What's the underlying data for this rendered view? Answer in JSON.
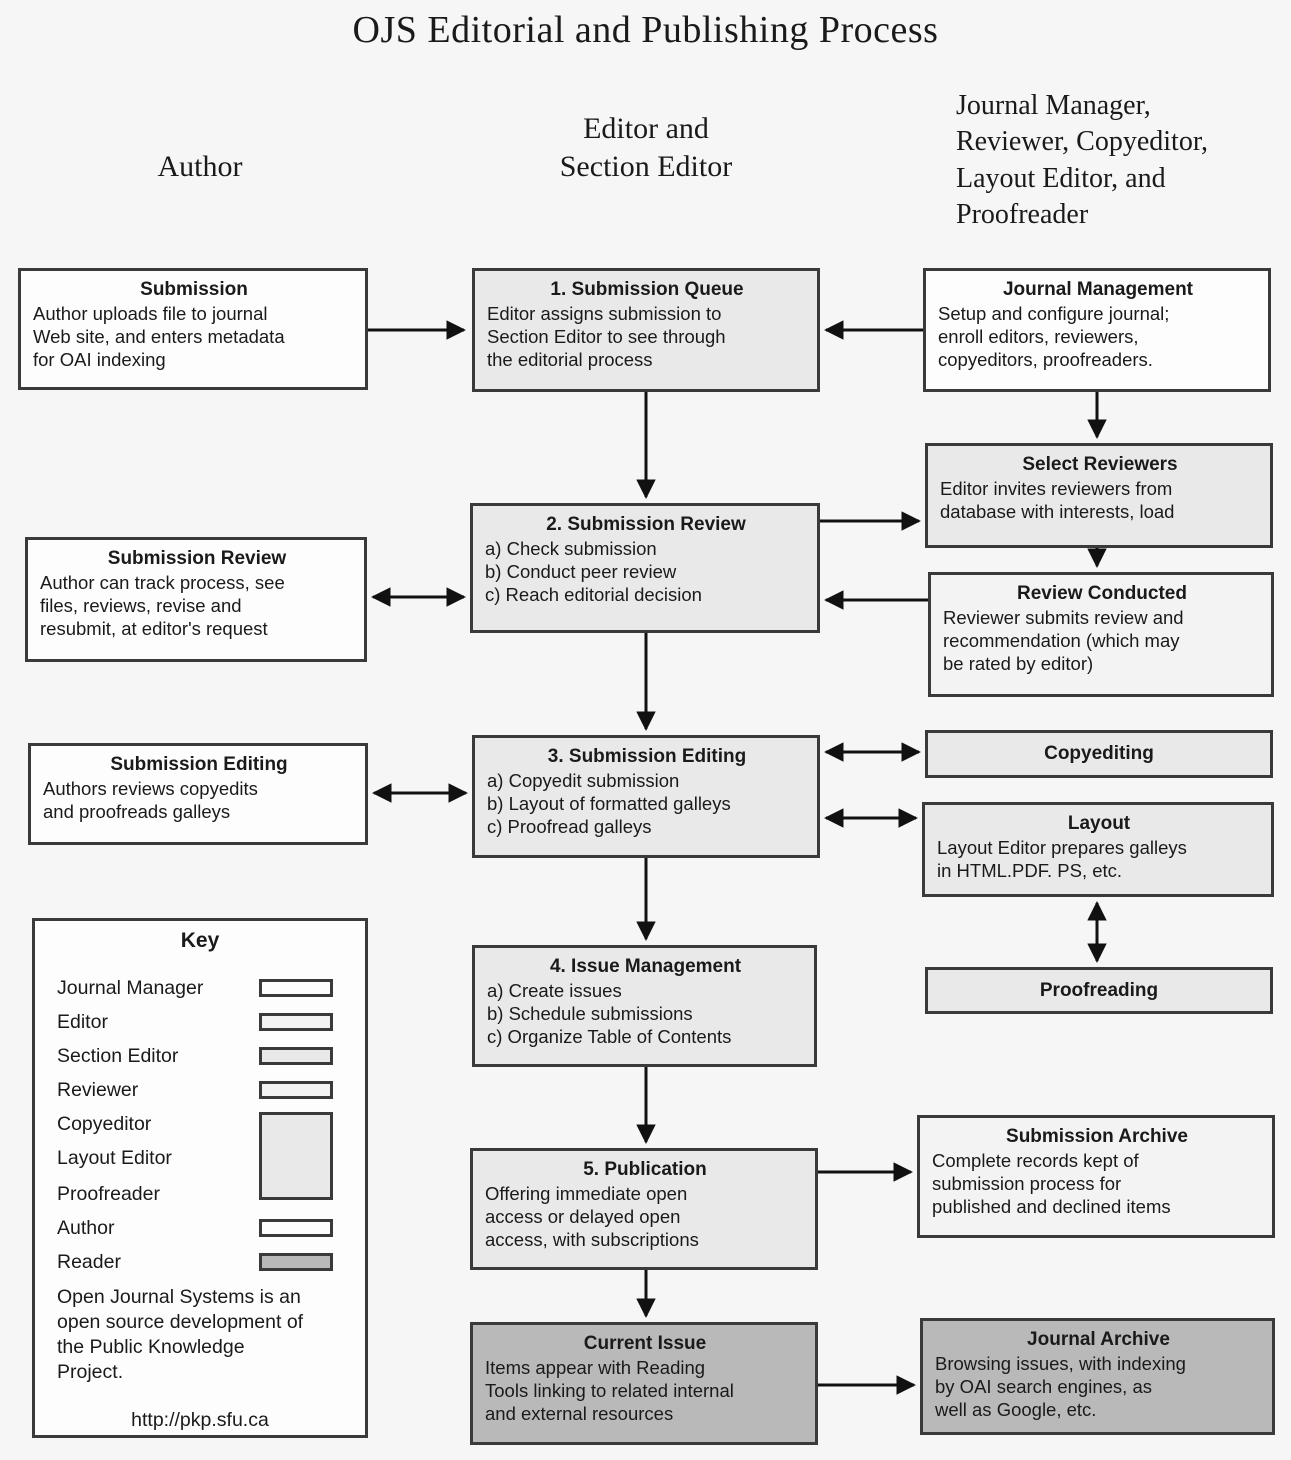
{
  "diagram": {
    "title": "OJS Editorial and Publishing Process",
    "headers": {
      "author": "Author",
      "editor": "Editor and\nSection Editor",
      "roles": "Journal Manager,\nReviewer, Copyeditor,\nLayout Editor, and\nProofreader"
    }
  },
  "boxes": {
    "submission": {
      "title": "Submission",
      "body": "Author uploads file to journal\nWeb site, and enters metadata\nfor OAI indexing"
    },
    "queue": {
      "title": "1. Submission Queue",
      "body": "Editor assigns submission to\nSection Editor to see through\nthe editorial process"
    },
    "journal_management": {
      "title": "Journal Management",
      "body": "Setup and configure journal;\nenroll editors, reviewers,\ncopyeditors, proofreaders."
    },
    "select_reviewers": {
      "title": "Select Reviewers",
      "body": "Editor invites reviewers from\ndatabase with interests, load"
    },
    "review": {
      "title": "2. Submission Review",
      "body": "a) Check submission\nb) Conduct peer review\nc) Reach editorial decision"
    },
    "author_review": {
      "title": "Submission Review",
      "body": "Author can track process, see\nfiles, reviews, revise and\nresubmit, at editor's request"
    },
    "review_conducted": {
      "title": "Review Conducted",
      "body": "Reviewer submits review and\nrecommendation (which may\nbe rated by editor)"
    },
    "author_editing": {
      "title": "Submission Editing",
      "body": "Authors reviews copyedits\nand proofreads galleys"
    },
    "editing": {
      "title": "3. Submission Editing",
      "body": "a) Copyedit submission\nb) Layout of formatted galleys\nc) Proofread galleys"
    },
    "copyediting": {
      "title": "Copyediting"
    },
    "layout": {
      "title": "Layout",
      "body": "Layout Editor prepares galleys\nin HTML.PDF. PS, etc."
    },
    "issue_management": {
      "title": "4. Issue Management",
      "body": "a) Create issues\nb) Schedule submissions\nc) Organize Table of Contents"
    },
    "proofreading": {
      "title": "Proofreading"
    },
    "publication": {
      "title": "5. Publication",
      "body": "Offering immediate open\naccess or delayed open\naccess, with subscriptions"
    },
    "submission_archive": {
      "title": "Submission Archive",
      "body": "Complete records kept of\nsubmission process for\npublished and declined items"
    },
    "current_issue": {
      "title": "Current Issue",
      "body": "Items appear with Reading\nTools linking to related internal\nand external resources"
    },
    "journal_archive": {
      "title": "Journal Archive",
      "body": "Browsing issues, with indexing\nby OAI search engines, as\nwell as Google, etc."
    }
  },
  "key": {
    "title": "Key",
    "labels": [
      "Journal Manager",
      "Editor",
      "Section Editor",
      "Reviewer",
      "Copyeditor",
      "Layout Editor",
      "Proofreader",
      "Author",
      "Reader"
    ],
    "note": "Open Journal Systems is an\nopen source development of\nthe Public Knowledge\nProject.",
    "url": "http://pkp.sfu.ca"
  },
  "colors": {
    "box_white": "#fdfdfd",
    "box_light": "#f3f3f3",
    "box_gray": "#e9e9e9",
    "box_dark": "#b9b9b9",
    "border": "#3a3a3a",
    "arrow": "#111111"
  }
}
